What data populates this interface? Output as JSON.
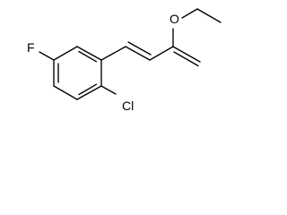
{
  "molecule": {
    "atoms": {
      "fluorine": "F",
      "chlorine": "Cl",
      "ester_oxygen": "O"
    }
  }
}
